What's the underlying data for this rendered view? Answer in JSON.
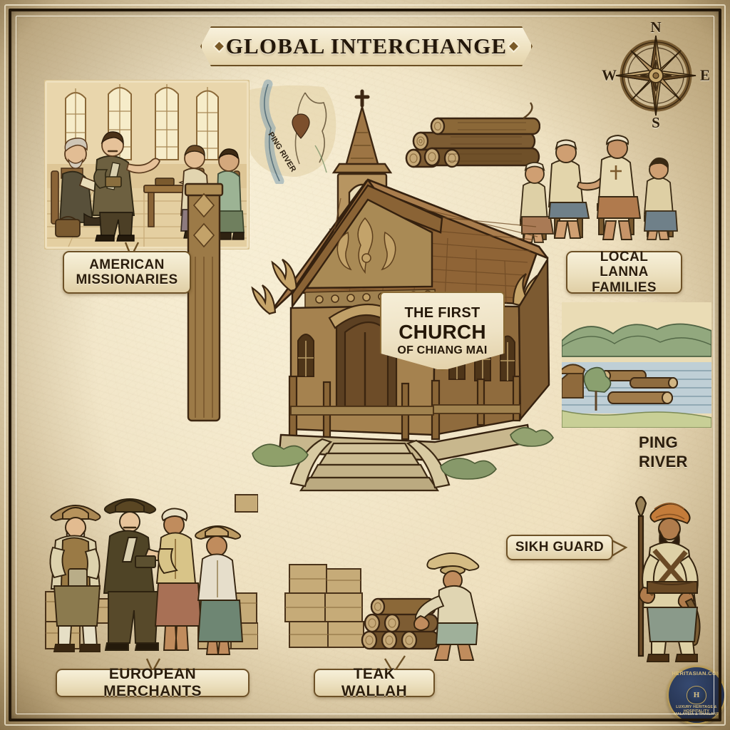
{
  "poster": {
    "title": "GLOBAL INTERCHANGE",
    "background_color": "#eddfbe",
    "frame_color": "#221709",
    "plaque_border_color": "#6d5127",
    "ink_color": "#2b1d0c"
  },
  "compass": {
    "name": "compass-rose",
    "north": "N",
    "south": "S",
    "east": "E",
    "west": "W"
  },
  "church_sign": {
    "line1": "THE FIRST",
    "line2": "CHURCH",
    "line3": "OF CHIANG MAI"
  },
  "labels": {
    "american_missionaries": {
      "line1": "AMERICAN",
      "line2": "MISSIONARIES"
    },
    "local_lanna_families": {
      "line1": "LOCAL LANNA",
      "line2": "FAMILIES"
    },
    "european_merchants": {
      "line1": "EUROPEAN MERCHANTS"
    },
    "teak_wallah": {
      "line1": "TEAK WALLAH"
    },
    "sikh_guard": {
      "line1": "SIKH GUARD"
    }
  },
  "annotations": {
    "ping_river": {
      "line1": "PING",
      "line2": "RIVER"
    },
    "map_inset_river": "PING RIVER"
  },
  "seal": {
    "brand": "HERITASIAN.COM",
    "tagline": "LUXURY HERITAGE & HOSPITALITY",
    "region": "MALAYSIA & THAILAND",
    "monogram": "H",
    "color": "#1d2d50",
    "gold": "#d9bf7e"
  },
  "scenes": {
    "missionaries": "interior-teaching-scene",
    "lanna_families": "seated-villagers-scene",
    "merchants": "merchants-with-crates-scene",
    "teak_wallah": "worker-rolling-logs-scene",
    "sikh_guard": "turbaned-guard-with-spear",
    "river": "ping-river-floating-logs-vignette",
    "logs": "teak-log-stack",
    "map": "northern-thailand-map-inset",
    "church": "lanna-teak-church"
  }
}
